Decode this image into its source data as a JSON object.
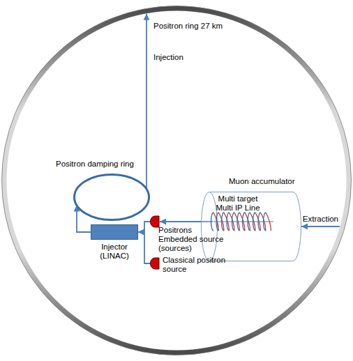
{
  "diagram": {
    "nodes": [
      {
        "text": [
          "Positron ring 27 km"
        ]
      },
      {
        "text": [
          "Positron damping ring"
        ],
        "in": 0
      },
      {
        "text": [
          "Injector (LINAC)"
        ],
        "in": 0
      },
      {
        "text": [
          "Positrons Embedded source (sources)"
        ],
        "in": 0
      },
      {
        "text": [
          "Classical positron source"
        ],
        "in": 0
      },
      {
        "text": [
          "Muon accumulator",
          "Multi target Multi IP Line"
        ],
        "in": 0
      }
    ],
    "edges": [
      {
        "from": 5,
        "to": 3,
        "arrow": "to"
      },
      {
        "from": 3,
        "to": 2,
        "arrow": "to"
      },
      {
        "from": 4,
        "to": 2,
        "arrow": "to"
      },
      {
        "from": 2,
        "to": 1,
        "arrow": "to"
      },
      {
        "from": 1,
        "to": 0,
        "label": "Injection",
        "arrow": "to"
      },
      {
        "from": 0,
        "to": 5,
        "label": "Extraction",
        "arrow": "to"
      }
    ]
  }
}
